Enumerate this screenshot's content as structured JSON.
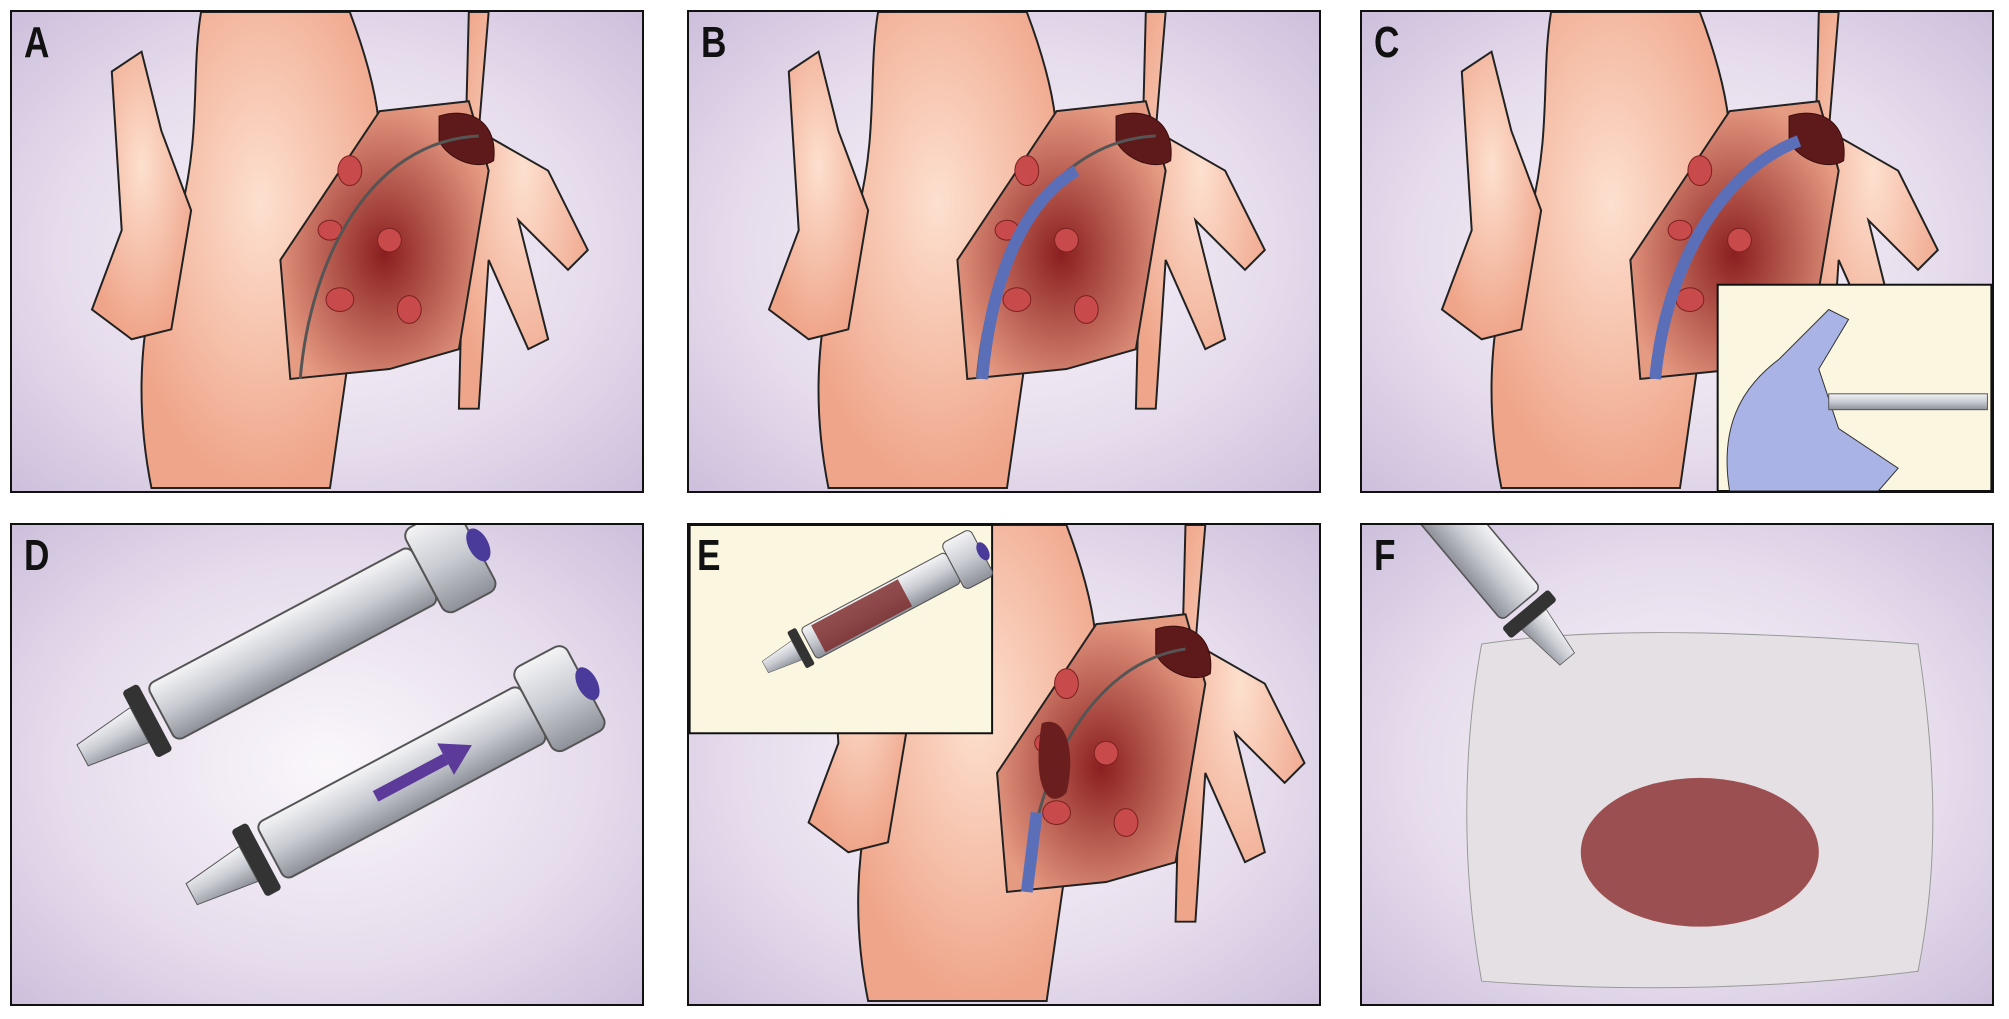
{
  "panels": [
    {
      "label": "A"
    },
    {
      "label": "B"
    },
    {
      "label": "C"
    },
    {
      "label": "D"
    },
    {
      "label": "E"
    },
    {
      "label": "F"
    }
  ],
  "colors": {
    "tissue": "#f3b49a",
    "clot": "#6a1e1e",
    "catheter": "#5b6fb8",
    "glove": "#a9b3e6",
    "arrow": "#5b3a9a",
    "background": "#e6dcec"
  }
}
